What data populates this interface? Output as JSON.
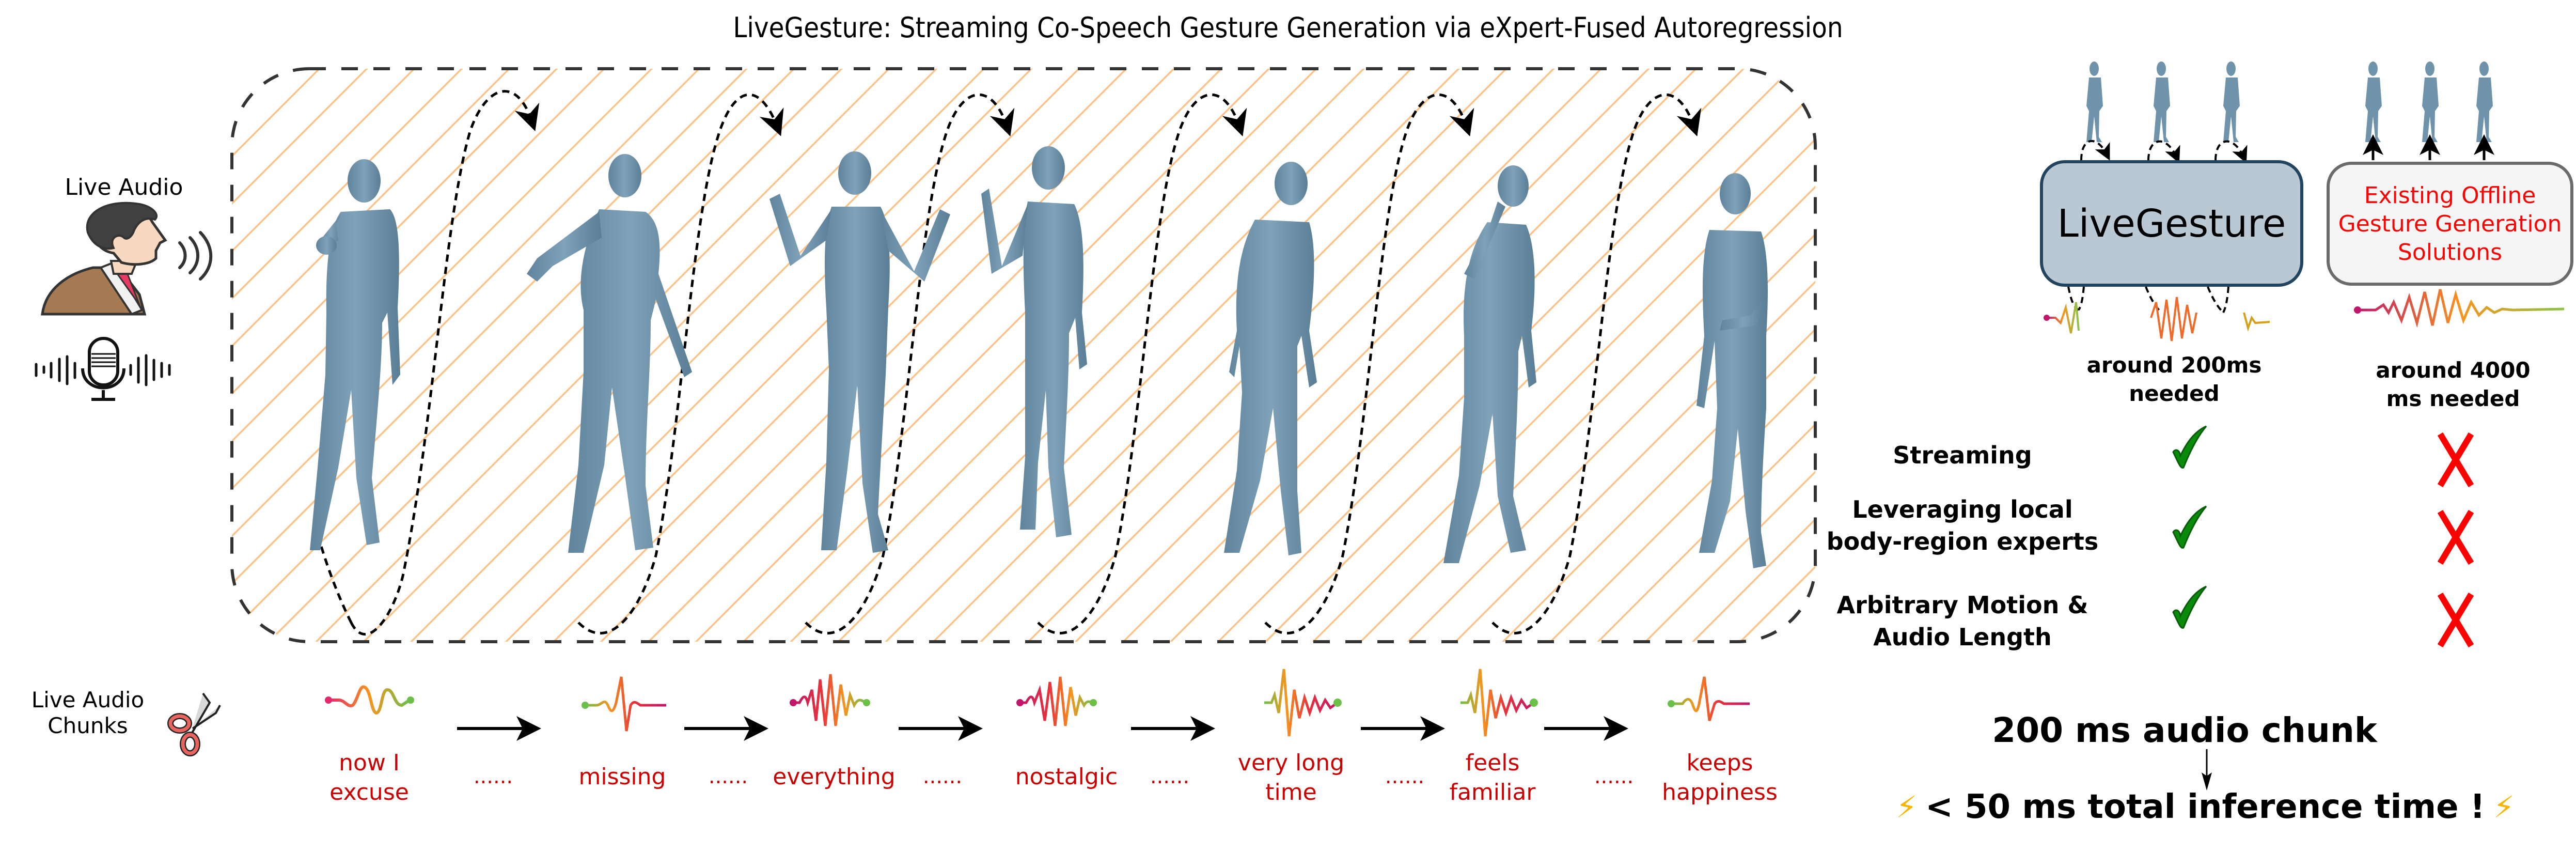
{
  "title": "LiveGesture: Streaming Co-Speech Gesture Generation via eXpert-Fused Autoregression",
  "left_panel": {
    "live_audio_label": "Live Audio",
    "speaker_icon": "speaking-person-icon",
    "microphone_icon": "microphone-waveform-icon",
    "chunks_label_line1": "Live Audio",
    "chunks_label_line2": "Chunks",
    "scissors_icon": "scissors-icon"
  },
  "sequence": {
    "frame_count": 7,
    "hatch_color": "#FBC38A",
    "figure_color": "#6F93AB",
    "box_border_color": "#333333"
  },
  "audio_chunks": [
    {
      "line1": "now I",
      "line2": "excuse"
    },
    {
      "line1": "missing",
      "line2": ""
    },
    {
      "line1": "everything",
      "line2": ""
    },
    {
      "line1": "nostalgic",
      "line2": ""
    },
    {
      "line1": "very long",
      "line2": "time"
    },
    {
      "line1": "feels",
      "line2": "familiar"
    },
    {
      "line1": "keeps",
      "line2": "happiness"
    }
  ],
  "ellipsis": "......",
  "comparison": {
    "livegesture_label": "LiveGesture",
    "offline_label_line1": "Existing Offline",
    "offline_label_line2": "Gesture Generation",
    "offline_label_line3": "Solutions",
    "live_need_line1": "around 200ms",
    "live_need_line2": "needed",
    "offline_need_line1": "around 4000",
    "offline_need_line2": "ms needed",
    "features": [
      {
        "line1": "Streaming",
        "line2": "",
        "livegesture": "check",
        "offline": "cross"
      },
      {
        "line1": "Leveraging local",
        "line2": "body-region experts",
        "livegesture": "check",
        "offline": "cross"
      },
      {
        "line1": "Arbitrary Motion &",
        "line2": "Audio Length",
        "livegesture": "check",
        "offline": "cross"
      }
    ],
    "colors": {
      "livegesture_fill": "#B9C8D3",
      "livegesture_border": "#23445E",
      "offline_fill": "#F5F5F5",
      "offline_border": "#6B6B6B",
      "offline_text": "#FF0000",
      "check": "#0A8A0A",
      "cross": "#FF0000"
    }
  },
  "latency": {
    "chunk_label": "200 ms audio chunk",
    "inference_label": "< 50 ms total inference time !",
    "lightning_icon": "⚡"
  }
}
